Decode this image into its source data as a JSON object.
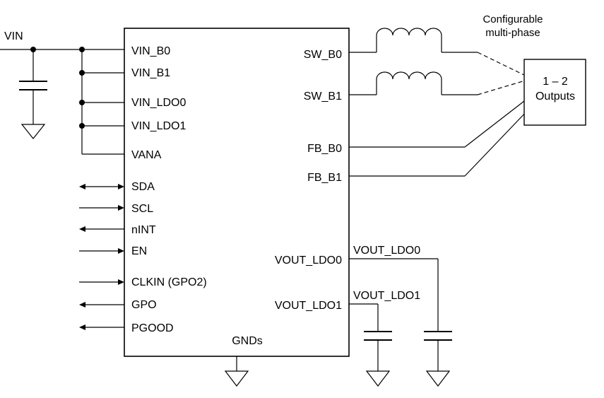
{
  "left_labels": {
    "vin": "VIN"
  },
  "pins_left": {
    "vin_b0": "VIN_B0",
    "vin_b1": "VIN_B1",
    "vin_ldo0": "VIN_LDO0",
    "vin_ldo1": "VIN_LDO1",
    "vana": "VANA",
    "sda": "SDA",
    "scl": "SCL",
    "nint": "nINT",
    "en": "EN",
    "clkin": "CLKIN (GPO2)",
    "gpo": "GPO",
    "pgood": "PGOOD"
  },
  "pins_right": {
    "sw_b0": "SW_B0",
    "sw_b1": "SW_B1",
    "fb_b0": "FB_B0",
    "fb_b1": "FB_B1",
    "vout_ldo0": "VOUT_LDO0",
    "vout_ldo1": "VOUT_LDO1"
  },
  "pin_bottom": {
    "gnds": "GNDs"
  },
  "net_labels": {
    "vout_ldo0": "VOUT_LDO0",
    "vout_ldo1": "VOUT_LDO1"
  },
  "annotations": {
    "configurable_line1": "Configurable",
    "configurable_line2": "multi-phase"
  },
  "output_box": {
    "line1": "1 – 2",
    "line2": "Outputs"
  }
}
